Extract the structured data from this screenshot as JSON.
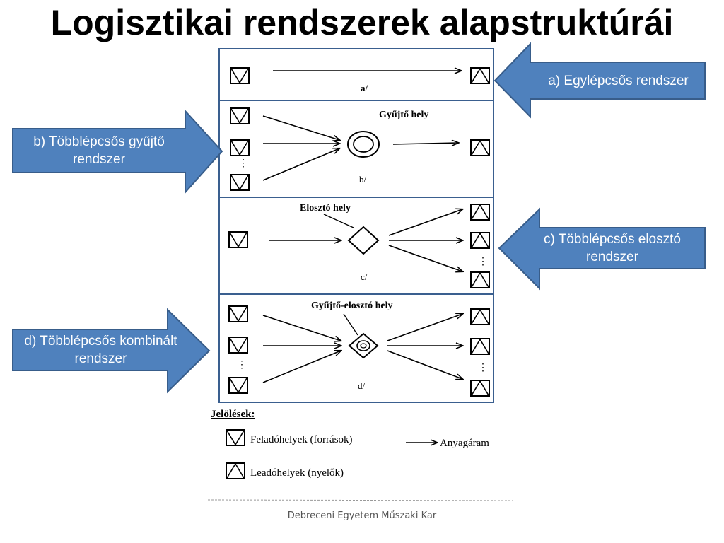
{
  "title": "Logisztikai rendszerek alapstruktúrái",
  "footer": "Debreceni Egyetem Műszaki Kar",
  "callouts": {
    "a": "a) Egylépcsős rendszer",
    "b": "b) Többlépcsős gyűjtő rendszer",
    "c": "c) Többlépcsős elosztó rendszer",
    "d": "d) Többlépcsős kombinált rendszer"
  },
  "panels": {
    "a": {
      "caption": "a/"
    },
    "b": {
      "caption": "b/",
      "node_label": "Gyűjtő hely"
    },
    "c": {
      "caption": "c/",
      "node_label": "Elosztó hely"
    },
    "d": {
      "caption": "d/",
      "node_label": "Gyűjtő-elosztó hely"
    }
  },
  "legend": {
    "heading": "Jelölések:",
    "source": "Feladóhelyek (források)",
    "sink": "Leadóhelyek (nyelők)",
    "flow": "Anyagáram"
  },
  "colors": {
    "arrow_fill": "#4f81bd",
    "arrow_stroke": "#385d8a",
    "panel_border": "#3a5f8f"
  },
  "icons": {
    "source": "source-box-icon",
    "sink": "sink-box-icon"
  }
}
